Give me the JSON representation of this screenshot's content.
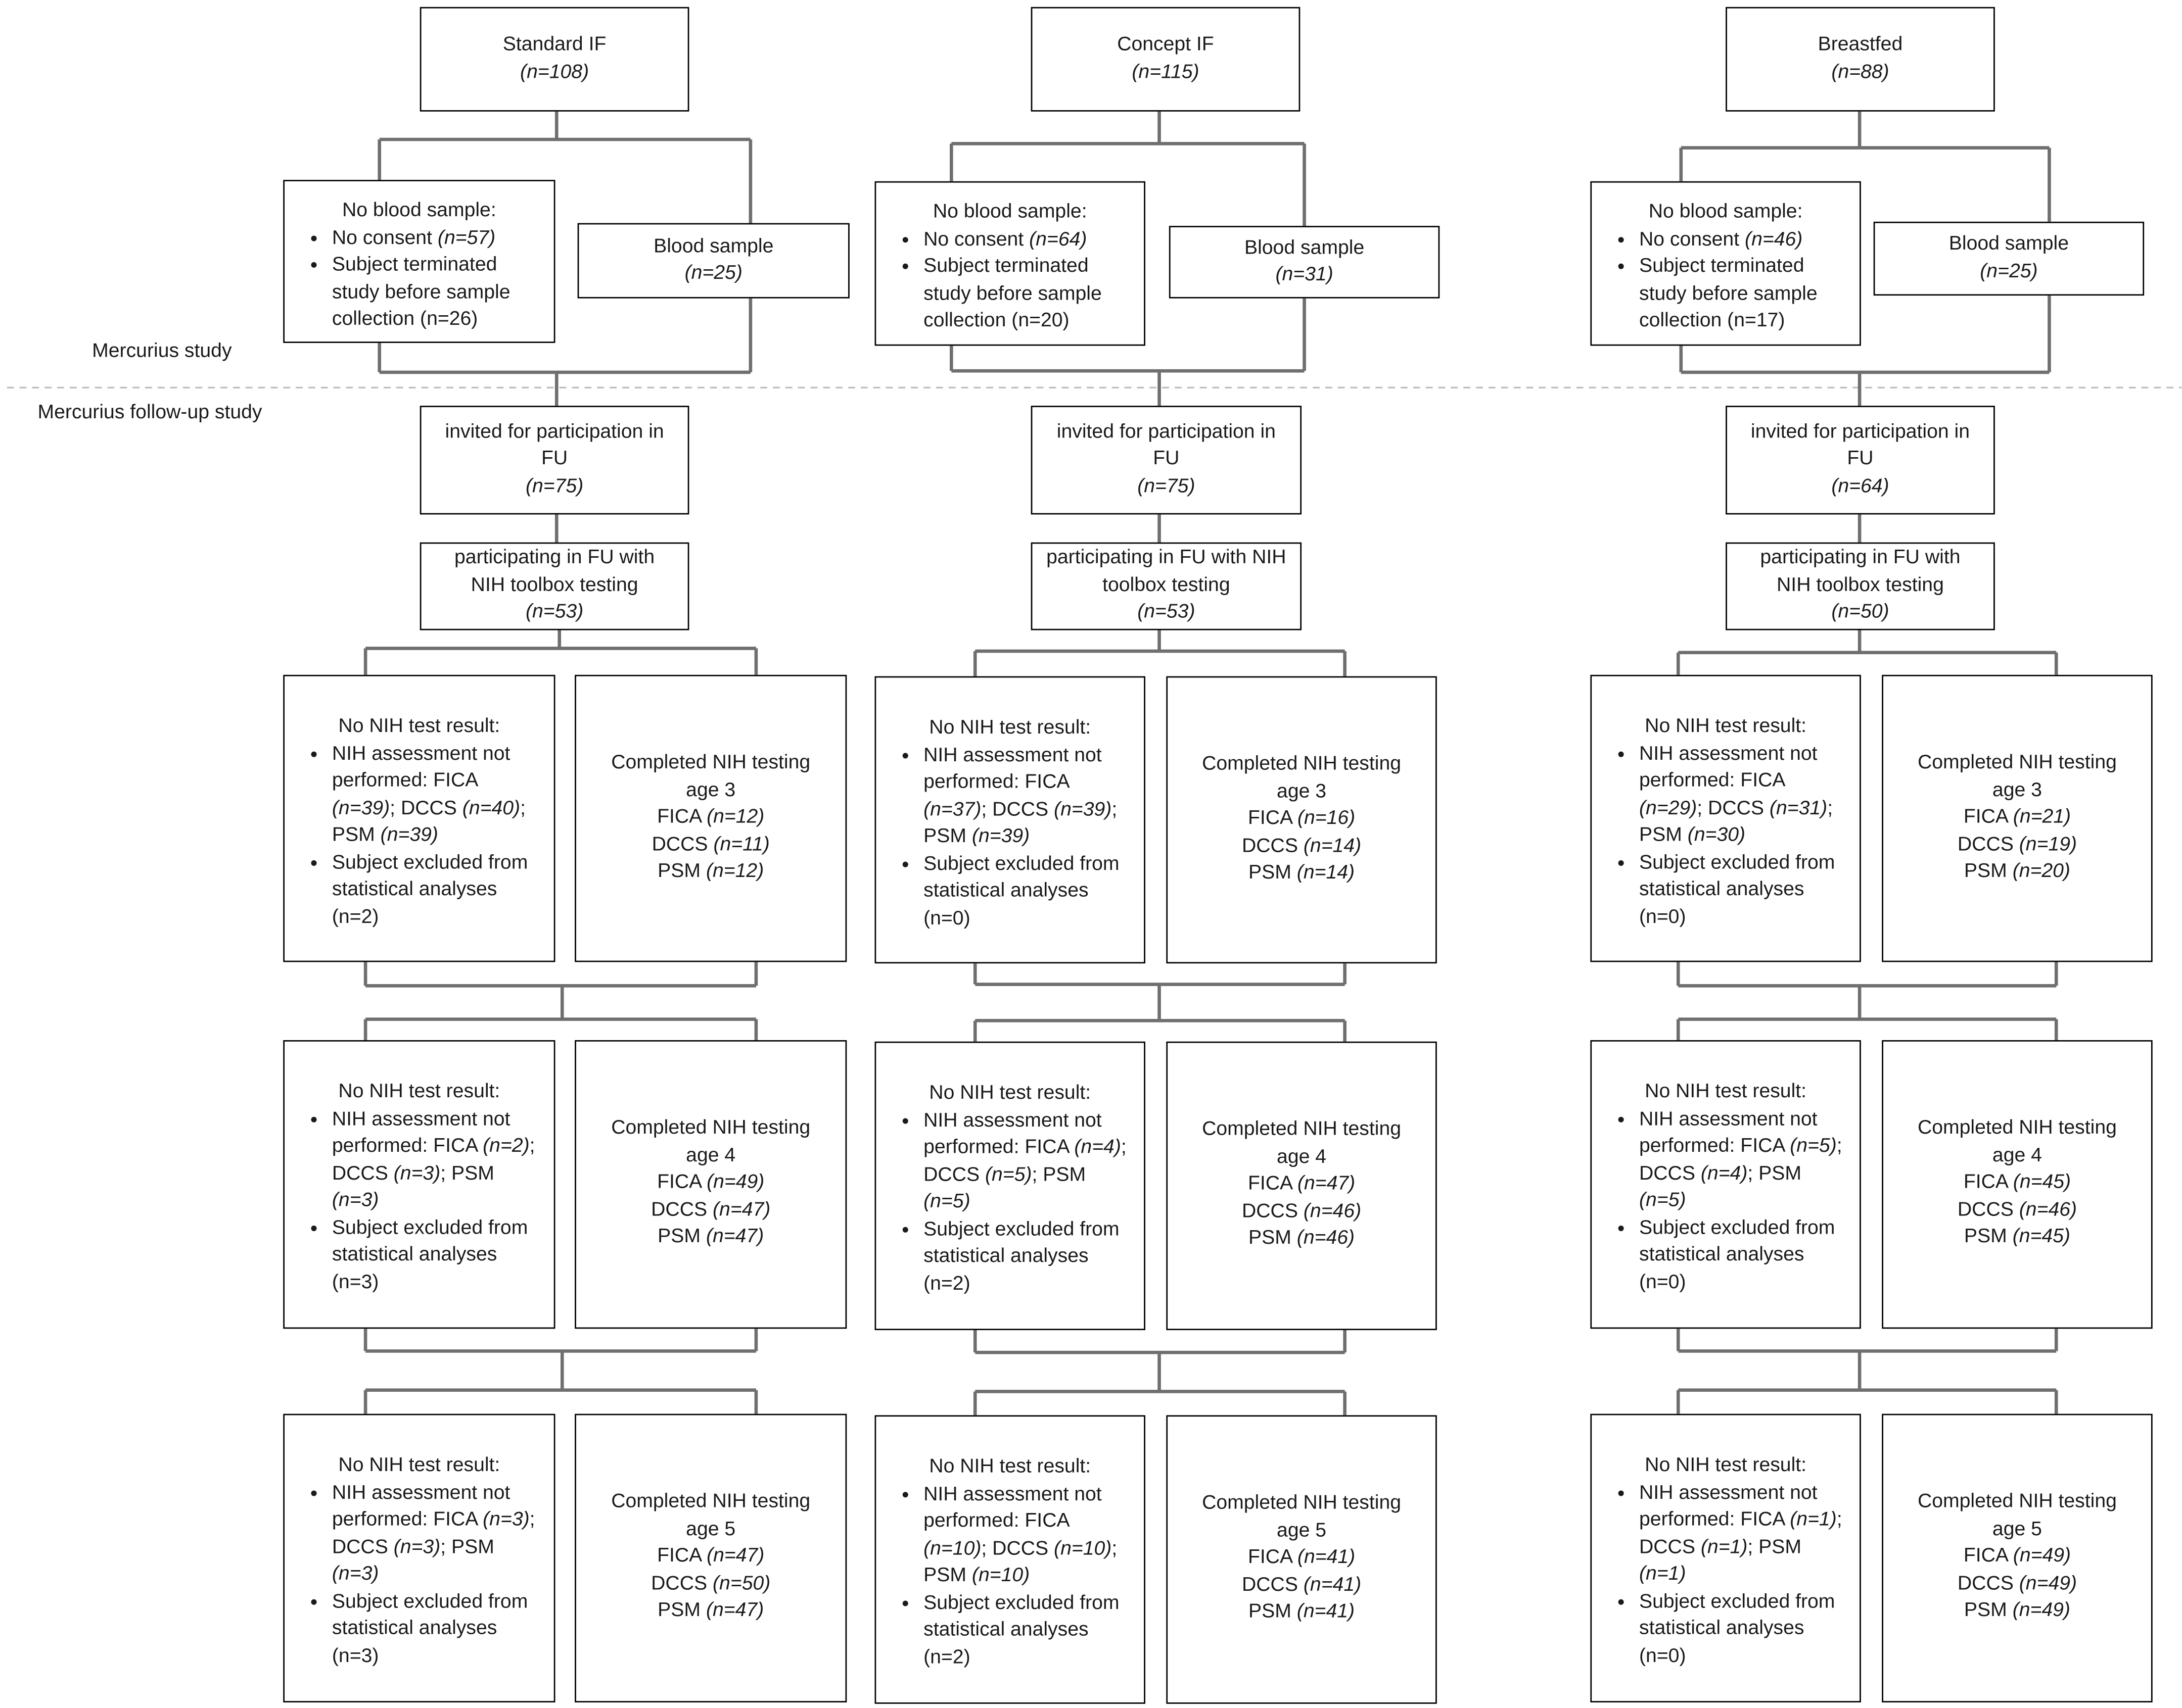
{
  "sections": {
    "top": "Mercurius study",
    "bottom": "Mercurius follow-up study"
  },
  "labels": {
    "no_blood": "No blood sample:",
    "no_consent": "No consent",
    "terminated": "Subject terminated study before sample collection",
    "blood_sample": "Blood sample",
    "invited": "invited for participation in FU",
    "participating": "participating in FU with NIH toolbox testing",
    "no_nih": "No NIH test result:",
    "not_performed": "NIH assessment not performed:",
    "excluded": "Subject excluded from statistical analyses",
    "completed": "Completed NIH testing",
    "fica": "FICA",
    "dccs": "DCCS",
    "psm": "PSM"
  },
  "columns": [
    {
      "name": "Standard IF",
      "n": "(n=108)",
      "no_consent_n": "(n=57)",
      "terminated_n": "(n=26)",
      "blood_n": "(n=25)",
      "invited_n": "(n=75)",
      "participating_n": "(n=53)",
      "ages": [
        {
          "age": "age 3",
          "fica": "(n=12)",
          "dccs": "(n=11)",
          "psm": "(n=12)",
          "nf_fica": "(n=39)",
          "nf_dccs": "(n=40)",
          "nf_psm": "(n=39)",
          "excluded": "(n=2)"
        },
        {
          "age": "age 4",
          "fica": "(n=49)",
          "dccs": "(n=47)",
          "psm": "(n=47)",
          "nf_fica": "(n=2)",
          "nf_dccs": "(n=3)",
          "nf_psm": "(n=3)",
          "excluded": "(n=3)"
        },
        {
          "age": "age 5",
          "fica": "(n=47)",
          "dccs": "(n=50)",
          "psm": "(n=47)",
          "nf_fica": "(n=3)",
          "nf_dccs": "(n=3)",
          "nf_psm": "(n=3)",
          "excluded": "(n=3)"
        }
      ]
    },
    {
      "name": "Concept IF",
      "n": "(n=115)",
      "no_consent_n": "(n=64)",
      "terminated_n": "(n=20)",
      "blood_n": "(n=31)",
      "invited_n": "(n=75)",
      "participating_n": "(n=53)",
      "ages": [
        {
          "age": "age 3",
          "fica": "(n=16)",
          "dccs": "(n=14)",
          "psm": "(n=14)",
          "nf_fica": "(n=37)",
          "nf_dccs": "(n=39)",
          "nf_psm": "(n=39)",
          "excluded": "(n=0)"
        },
        {
          "age": "age 4",
          "fica": "(n=47)",
          "dccs": "(n=46)",
          "psm": "(n=46)",
          "nf_fica": "(n=4)",
          "nf_dccs": "(n=5)",
          "nf_psm": "(n=5)",
          "excluded": "(n=2)"
        },
        {
          "age": "age 5",
          "fica": "(n=41)",
          "dccs": "(n=41)",
          "psm": "(n=41)",
          "nf_fica": "(n=10)",
          "nf_dccs": "(n=10)",
          "nf_psm": "(n=10)",
          "excluded": "(n=2)"
        }
      ]
    },
    {
      "name": "Breastfed",
      "n": "(n=88)",
      "no_consent_n": "(n=46)",
      "terminated_n": "(n=17)",
      "blood_n": "(n=25)",
      "invited_n": "(n=64)",
      "participating_n": "(n=50)",
      "ages": [
        {
          "age": "age 3",
          "fica": "(n=21)",
          "dccs": "(n=19)",
          "psm": "(n=20)",
          "nf_fica": "(n=29)",
          "nf_dccs": "(n=31)",
          "nf_psm": "(n=30)",
          "excluded": "(n=0)"
        },
        {
          "age": "age 4",
          "fica": "(n=45)",
          "dccs": "(n=46)",
          "psm": "(n=45)",
          "nf_fica": "(n=5)",
          "nf_dccs": "(n=4)",
          "nf_psm": "(n=5)",
          "excluded": "(n=0)"
        },
        {
          "age": "age 5",
          "fica": "(n=49)",
          "dccs": "(n=49)",
          "psm": "(n=49)",
          "nf_fica": "(n=1)",
          "nf_dccs": "(n=1)",
          "nf_psm": "(n=1)",
          "excluded": "(n=0)"
        }
      ]
    }
  ]
}
